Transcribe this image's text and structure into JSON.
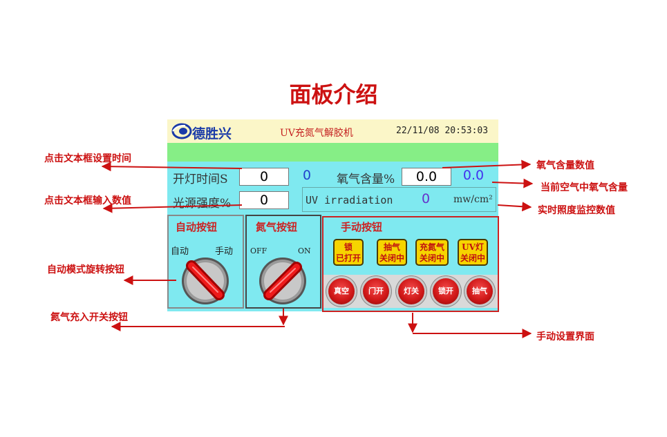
{
  "page_title": "面板介绍",
  "hmi": {
    "brand": "德胜兴",
    "machine_name": "UV充氮气解胶机",
    "date": "22/11/08",
    "time": "20:53:03",
    "lamp_time_label": "开灯时间S",
    "lamp_time_value": "0",
    "lamp_time_actual": "0",
    "oxygen_label": "氧气含量%",
    "oxygen_setpoint": "0.0",
    "oxygen_actual": "0.0",
    "light_intensity_label": "光源强度%",
    "light_intensity_value": "0",
    "uv_label": "UV irradiation",
    "uv_value": "0",
    "uv_unit": "mw/cm²",
    "auto_panel": {
      "title": "自动按钮",
      "left": "自动",
      "right": "手动"
    },
    "n2_panel": {
      "title": "氮气按钮",
      "left": "OFF",
      "right": "ON"
    },
    "manual_panel": {
      "title": "手动按钮",
      "buttons": [
        {
          "line1": "锁",
          "line2": "已打开"
        },
        {
          "line1": "抽气",
          "line2": "关闭中"
        },
        {
          "line1": "充氮气",
          "line2": "关闭中"
        },
        {
          "line1": "UV灯",
          "line2": "关闭中"
        }
      ],
      "round_buttons": [
        "真空",
        "门开",
        "灯关",
        "锁开",
        "抽气"
      ]
    }
  },
  "annotations": {
    "set_time": "点击文本框设置时间",
    "input_value": "点击文本框输入数值",
    "auto_knob": "自动模式旋转按钮",
    "n2_switch": "氮气充入开关按钮",
    "oxygen_value": "氧气含量数值",
    "current_oxygen": "当前空气中氧气含量",
    "irradiance": "实时照度监控数值",
    "manual_ui": "手动设置界面"
  },
  "colors": {
    "annotation": "#cc1111",
    "screen_bg": "#7fe9f0",
    "header_bg": "#fbf6c8",
    "status_bar": "#86ee86",
    "button_yellow": "#f6d400",
    "button_red": "#d01818"
  }
}
